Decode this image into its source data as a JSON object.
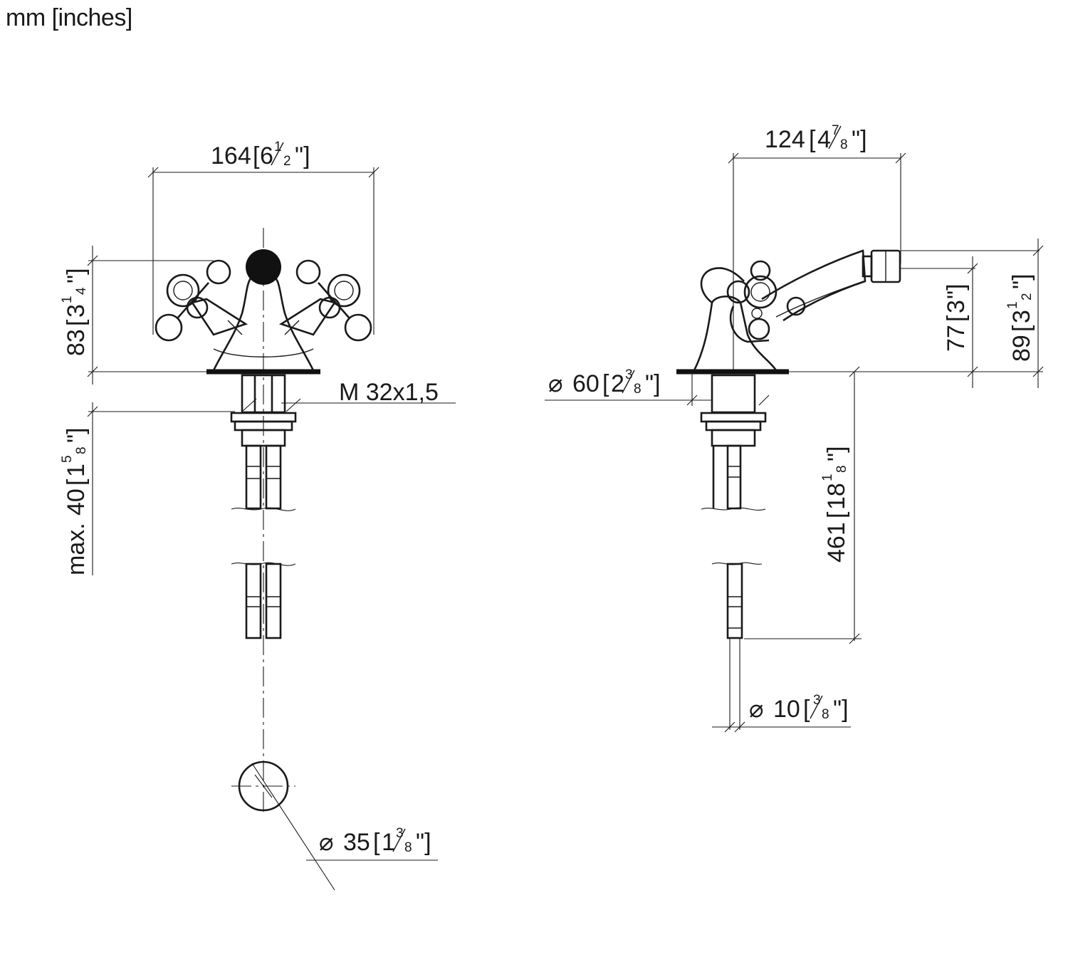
{
  "units_label": "mm [inches]",
  "front_view": {
    "width": {
      "mm": "164",
      "in_whole": "6",
      "in_num": "1",
      "in_den": "2"
    },
    "height": {
      "mm": "83",
      "in_whole": "3",
      "in_num": "1",
      "in_den": "4"
    },
    "thread": "M 32x1,5",
    "max_depth": {
      "prefix": "max.",
      "mm": "40",
      "in_whole": "1",
      "in_num": "5",
      "in_den": "8"
    },
    "hole": {
      "symbol": "⌀",
      "mm": "35",
      "in_whole": "1",
      "in_num": "3",
      "in_den": "8"
    }
  },
  "side_view": {
    "projection": {
      "mm": "124",
      "in_whole": "4",
      "in_num": "7",
      "in_den": "8"
    },
    "spout_height": {
      "mm": "77",
      "in_whole": "3",
      "in_num": "",
      "in_den": ""
    },
    "overall_height": {
      "mm": "89",
      "in_whole": "3",
      "in_num": "1",
      "in_den": "2"
    },
    "base_diameter": {
      "symbol": "⌀",
      "mm": "60",
      "in_whole": "2",
      "in_num": "3",
      "in_den": "8"
    },
    "hose_length": {
      "mm": "461",
      "in_whole": "18",
      "in_num": "1",
      "in_den": "8"
    },
    "hose_diameter": {
      "symbol": "⌀",
      "mm": "10",
      "in_whole": "",
      "in_num": "3",
      "in_den": "8"
    }
  }
}
